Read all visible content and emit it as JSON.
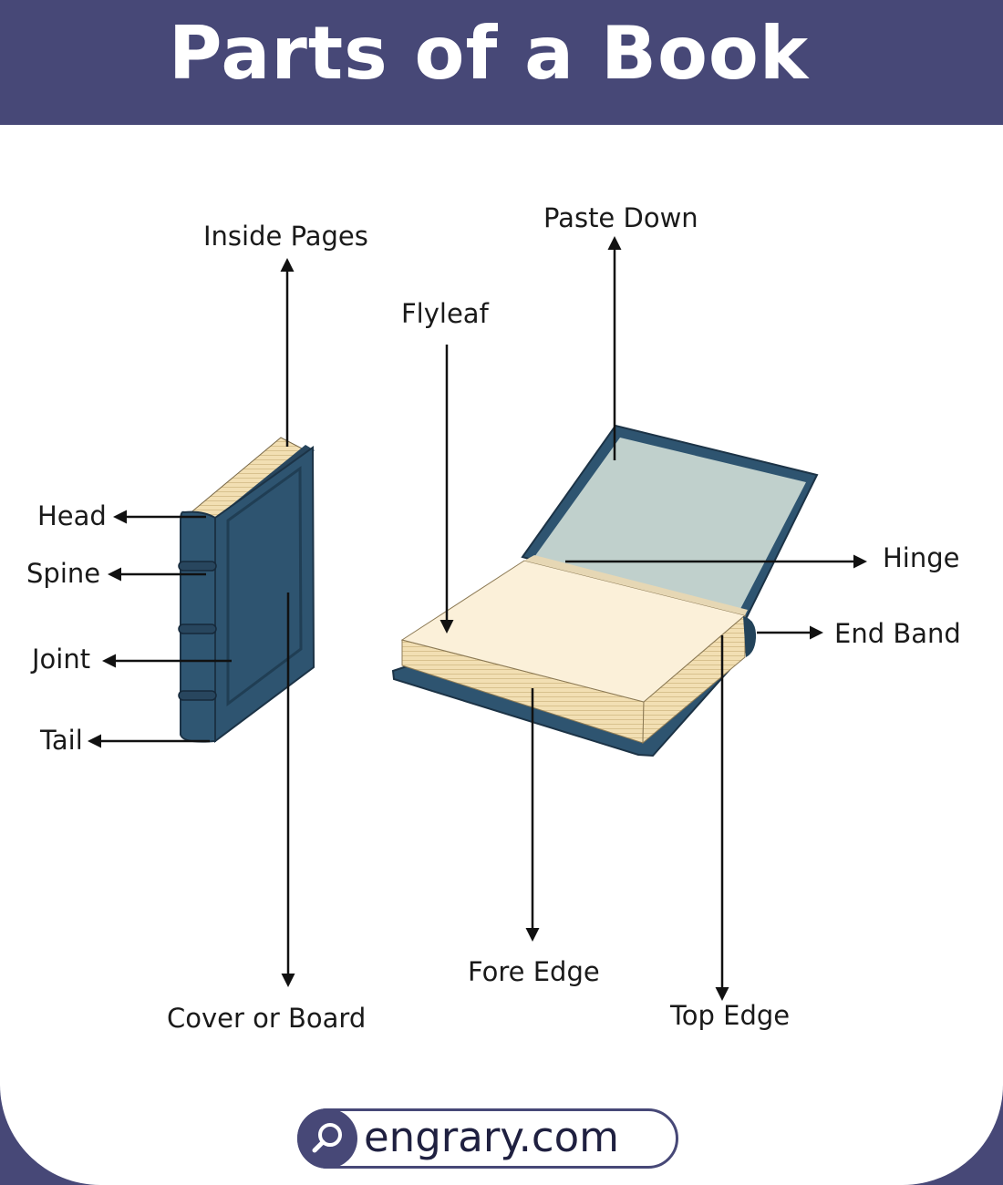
{
  "header": {
    "title": "Parts of a Book"
  },
  "labels": {
    "inside_pages": "Inside Pages",
    "head": "Head",
    "spine": "Spine",
    "joint": "Joint",
    "tail": "Tail",
    "cover_or_board": "Cover or Board",
    "paste_down": "Paste Down",
    "flyleaf": "Flyleaf",
    "hinge": "Hinge",
    "end_band": "End Band",
    "fore_edge": "Fore Edge",
    "top_edge": "Top Edge"
  },
  "footer": {
    "brand": "engrary.com",
    "icon": "search-icon"
  },
  "colors": {
    "header_bg": "#474877",
    "book_cover": "#2e5470",
    "pages": "#fbf0d9",
    "paste_down": "#c0d0cc"
  }
}
